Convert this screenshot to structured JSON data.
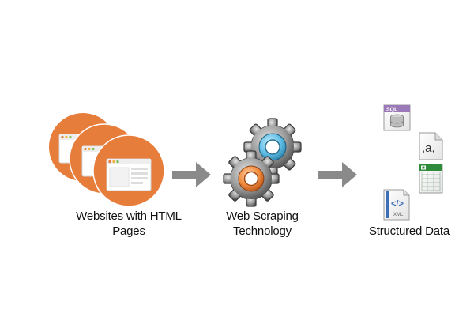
{
  "stages": {
    "websites": {
      "label_line1": "Websites with HTML",
      "label_line2": "Pages"
    },
    "scraping": {
      "label_line1": "Web Scraping",
      "label_line2": "Technology"
    },
    "structured": {
      "label": "Structured Data"
    }
  },
  "file_icons": {
    "sql": "SQL",
    "csv": ",a,",
    "xml": "XML",
    "xml_tag": "</>"
  },
  "icons": {
    "websites": "browser-window-icon",
    "arrow": "right-arrow-icon",
    "gears": "gears-icon",
    "sql": "sql-database-file-icon",
    "csv": "csv-file-icon",
    "excel": "spreadsheet-file-icon",
    "xml": "xml-file-icon"
  },
  "colors": {
    "orange": "#e77d3b",
    "arrow_gray": "#8a8a8a",
    "gear_blue": "#6ec6e6",
    "gear_orange": "#f08a3c",
    "excel_green": "#2e8b3a",
    "sql_purple": "#9b79b9",
    "xml_blue": "#3c6fb5"
  }
}
